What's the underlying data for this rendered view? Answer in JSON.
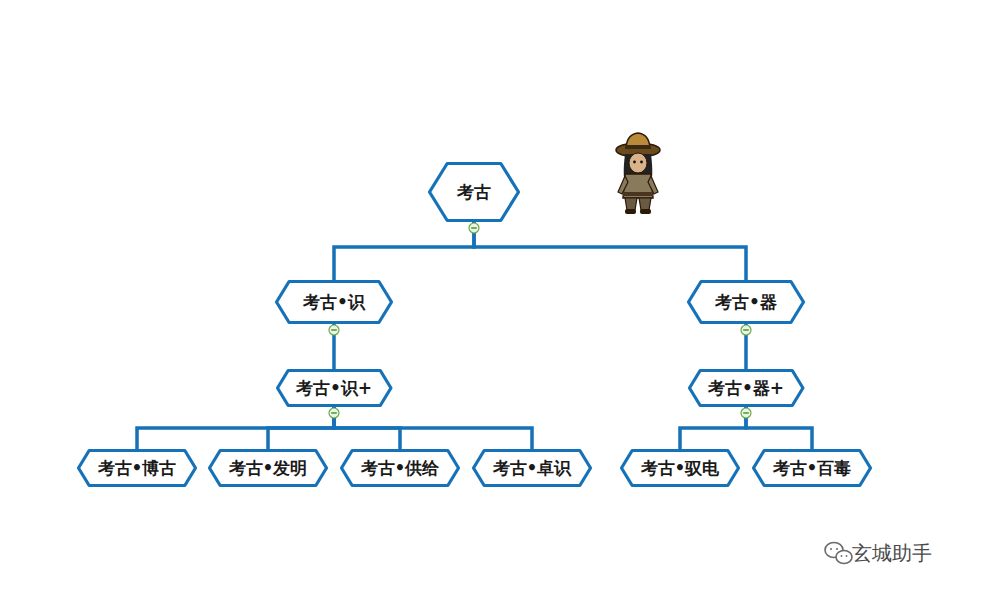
{
  "diagram": {
    "nodes": [
      {
        "text": [
          "考古"
        ]
      },
      {
        "text": [
          "考古•识"
        ]
      },
      {
        "text": [
          "考古•器"
        ]
      },
      {
        "text": [
          "考古•识+"
        ]
      },
      {
        "text": [
          "考古•器+"
        ]
      },
      {
        "text": [
          "考古•博古"
        ]
      },
      {
        "text": [
          "考古•发明"
        ]
      },
      {
        "text": [
          "考古•供给"
        ]
      },
      {
        "text": [
          "考古•卓识"
        ]
      },
      {
        "text": [
          "考古•驭电"
        ]
      },
      {
        "text": [
          "考古•百毒"
        ]
      }
    ],
    "edges": [
      {
        "from": 0,
        "to": 1,
        "arrow": "none"
      },
      {
        "from": 0,
        "to": 2,
        "arrow": "none"
      },
      {
        "from": 1,
        "to": 3,
        "arrow": "none"
      },
      {
        "from": 2,
        "to": 4,
        "arrow": "none"
      },
      {
        "from": 3,
        "to": 5,
        "arrow": "none"
      },
      {
        "from": 3,
        "to": 6,
        "arrow": "none"
      },
      {
        "from": 3,
        "to": 7,
        "arrow": "none"
      },
      {
        "from": 3,
        "to": 8,
        "arrow": "none"
      },
      {
        "from": 4,
        "to": 9,
        "arrow": "none"
      },
      {
        "from": 4,
        "to": 10,
        "arrow": "none"
      }
    ],
    "labels": [
      "玄城助手"
    ]
  }
}
